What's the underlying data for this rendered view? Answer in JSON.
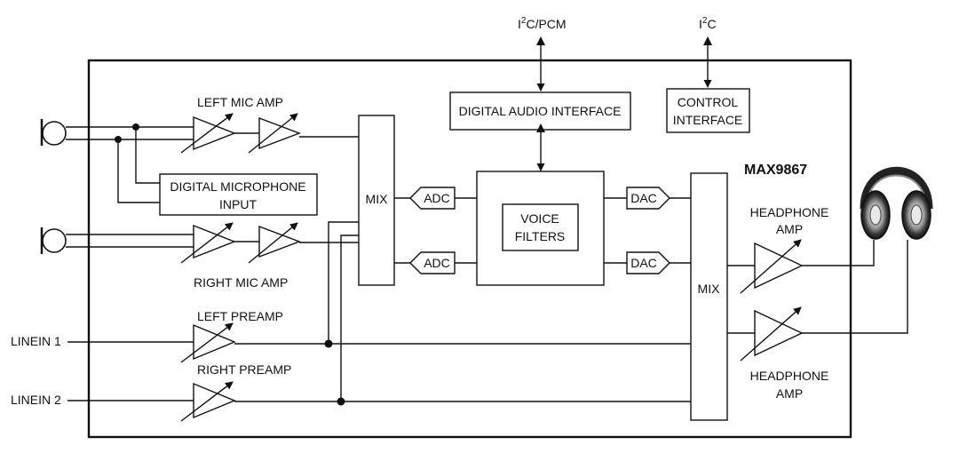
{
  "chip_name": "MAX9867",
  "external": {
    "i2c_pcm": "I2C/PCM",
    "i2c": "I2C",
    "i2c_pcm_base": "I",
    "i2c_pcm_sup": "2",
    "i2c_pcm_rest": "C/PCM",
    "i2c_base": "I",
    "i2c_sup": "2",
    "i2c_rest": "C",
    "linein1": "LINEIN 1",
    "linein2": "LINEIN 2"
  },
  "blocks": {
    "digital_audio_interface": "DIGITAL AUDIO INTERFACE",
    "control_interface": [
      "CONTROL",
      "INTERFACE"
    ],
    "digital_microphone_input": [
      "DIGITAL MICROPHONE",
      "INPUT"
    ],
    "mix_left": "MIX",
    "mix_right": "MIX",
    "voice_filters": [
      "VOICE",
      "FILTERS"
    ],
    "adc_top": "ADC",
    "adc_bottom": "ADC",
    "dac_top": "DAC",
    "dac_bottom": "DAC"
  },
  "amp_labels": {
    "left_mic_amp": "LEFT MIC AMP",
    "right_mic_amp": "RIGHT MIC AMP",
    "left_preamp": "LEFT PREAMP",
    "right_preamp": "RIGHT PREAMP",
    "headphone_amp_top": [
      "HEADPHONE",
      "AMP"
    ],
    "headphone_amp_bottom": [
      "HEADPHONE",
      "AMP"
    ]
  },
  "icons": [
    "microphone-icon",
    "headphones-icon"
  ]
}
